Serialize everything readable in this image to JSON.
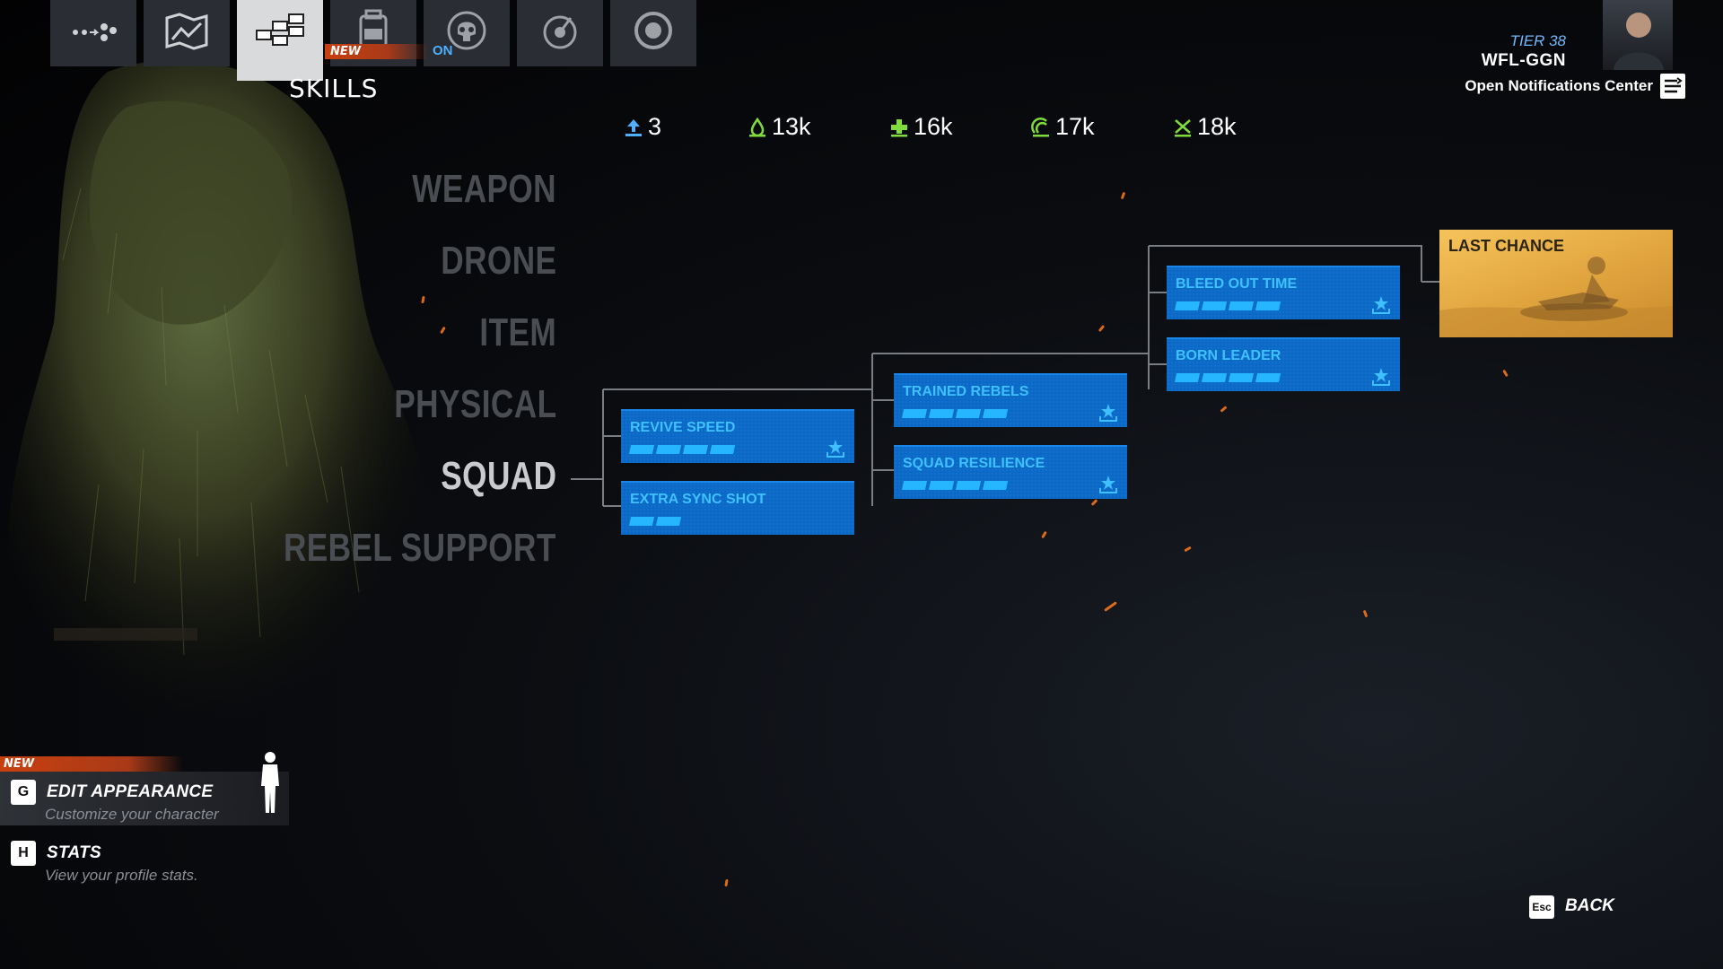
{
  "tabs": [
    {
      "icon": "squad-formation-icon"
    },
    {
      "icon": "map-icon"
    },
    {
      "icon": "skill-tree-icon",
      "active": true
    },
    {
      "icon": "loadout-backpack-icon"
    },
    {
      "icon": "skull-icon"
    },
    {
      "icon": "progression-icon"
    },
    {
      "icon": "settings-target-icon"
    }
  ],
  "header": {
    "active_tab_label": "SKILLS",
    "new_badge": "NEW",
    "on_badge": "ON"
  },
  "profile": {
    "tier": "TIER 38",
    "gamertag": "WFL-GGN",
    "notifications_label": "Open Notifications Center"
  },
  "resources": [
    {
      "icon": "skill-points-icon",
      "value": "3"
    },
    {
      "icon": "resource-1-icon",
      "value": "13k"
    },
    {
      "icon": "resource-2-icon",
      "value": "16k"
    },
    {
      "icon": "resource-3-icon",
      "value": "17k"
    },
    {
      "icon": "resource-4-icon",
      "value": "18k"
    }
  ],
  "categories": [
    "WEAPON",
    "DRONE",
    "ITEM",
    "PHYSICAL",
    "SQUAD",
    "REBEL SUPPORT"
  ],
  "active_category": "SQUAD",
  "skills": {
    "revive_speed": {
      "name": "REVIVE SPEED",
      "pips": 4
    },
    "extra_sync_shot": {
      "name": "EXTRA SYNC SHOT",
      "pips": 2
    },
    "trained_rebels": {
      "name": "TRAINED REBELS",
      "pips": 4
    },
    "squad_resilience": {
      "name": "SQUAD RESILIENCE",
      "pips": 4
    },
    "bleed_out_time": {
      "name": "BLEED OUT TIME",
      "pips": 4
    },
    "born_leader": {
      "name": "BORN LEADER",
      "pips": 4
    },
    "last_chance": {
      "name": "LAST CHANCE"
    }
  },
  "menu": {
    "new_badge": "NEW",
    "edit_appearance": {
      "key": "G",
      "title": "EDIT APPEARANCE",
      "subtitle": "Customize your character"
    },
    "stats": {
      "key": "H",
      "title": "STATS",
      "subtitle": "View your profile stats."
    }
  },
  "back": {
    "key": "Esc",
    "label": "BACK"
  },
  "colors": {
    "skill_card": "#0b69c7",
    "skill_text": "#3fc0ff",
    "ultimate_card": "#f0b54e",
    "accent_new": "#c9400f",
    "on_text": "#4fb0ff"
  }
}
